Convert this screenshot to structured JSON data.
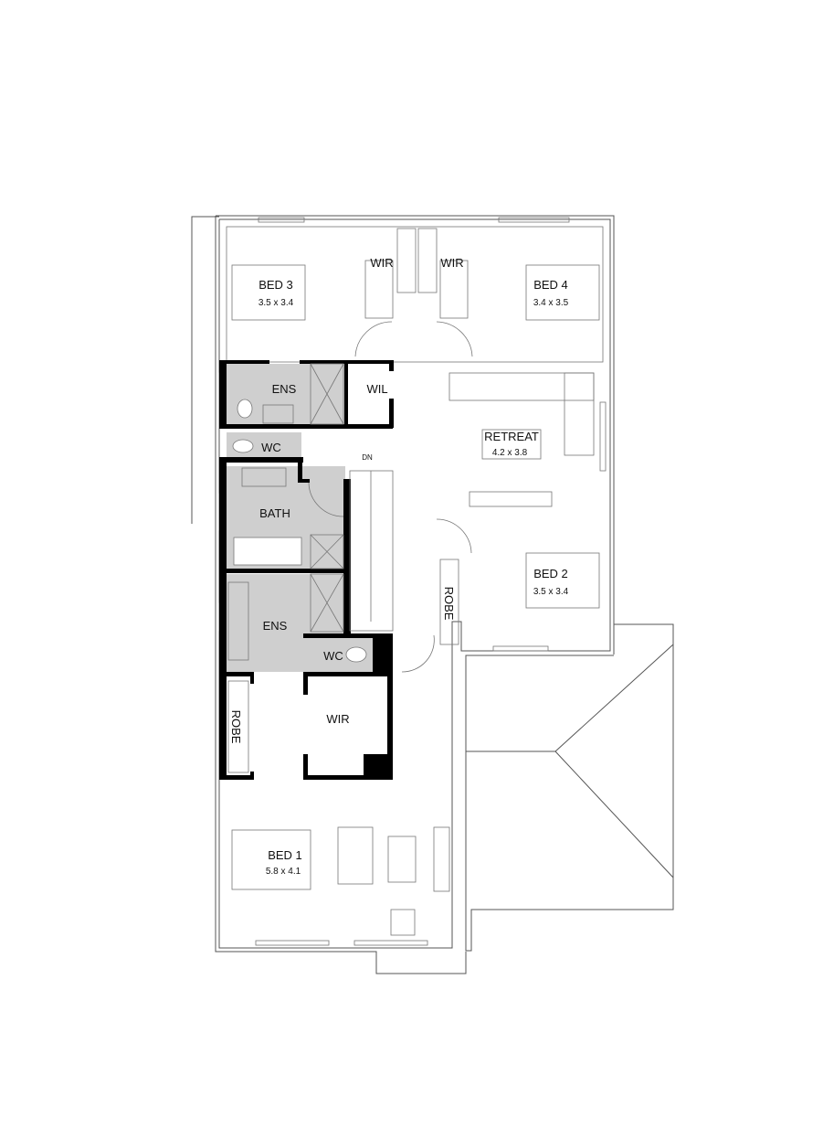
{
  "plan": {
    "rooms": {
      "bed3": {
        "name": "BED 3",
        "size": "3.5 x 3.4"
      },
      "bed4": {
        "name": "BED 4",
        "size": "3.4 x 3.5"
      },
      "wir_bed3": {
        "name": "WIR"
      },
      "wir_bed4": {
        "name": "WIR"
      },
      "ens_upper": {
        "name": "ENS"
      },
      "wil": {
        "name": "WIL"
      },
      "wc_upper": {
        "name": "WC"
      },
      "stairs": {
        "name": "DN"
      },
      "retreat": {
        "name": "RETREAT",
        "size": "4.2 x 3.8"
      },
      "bath": {
        "name": "BATH"
      },
      "bed2": {
        "name": "BED 2",
        "size": "3.5 x 3.4"
      },
      "robe_bed2": {
        "name": "ROBE"
      },
      "ens_lower": {
        "name": "ENS"
      },
      "wc_lower": {
        "name": "WC"
      },
      "wir_bed1": {
        "name": "WIR"
      },
      "robe_bed1": {
        "name": "ROBE"
      },
      "bed1": {
        "name": "BED 1",
        "size": "5.8 x 4.1"
      }
    },
    "colors": {
      "wall": "#000000",
      "wet_area": "#cfcfcf",
      "line": "#555555"
    }
  }
}
